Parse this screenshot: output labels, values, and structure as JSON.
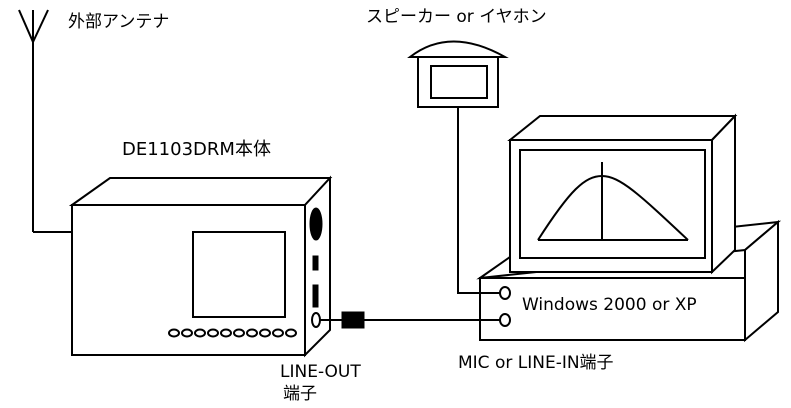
{
  "labels": {
    "antenna": "外部アンテナ",
    "speaker": "スピーカー or イヤホン",
    "receiver": "DE1103DRM本体",
    "computer_os": "Windows 2000 or XP",
    "line_out_line1": "LINE-OUT",
    "line_out_line2": "端子",
    "mic_in": "MIC or LINE-IN端子"
  }
}
